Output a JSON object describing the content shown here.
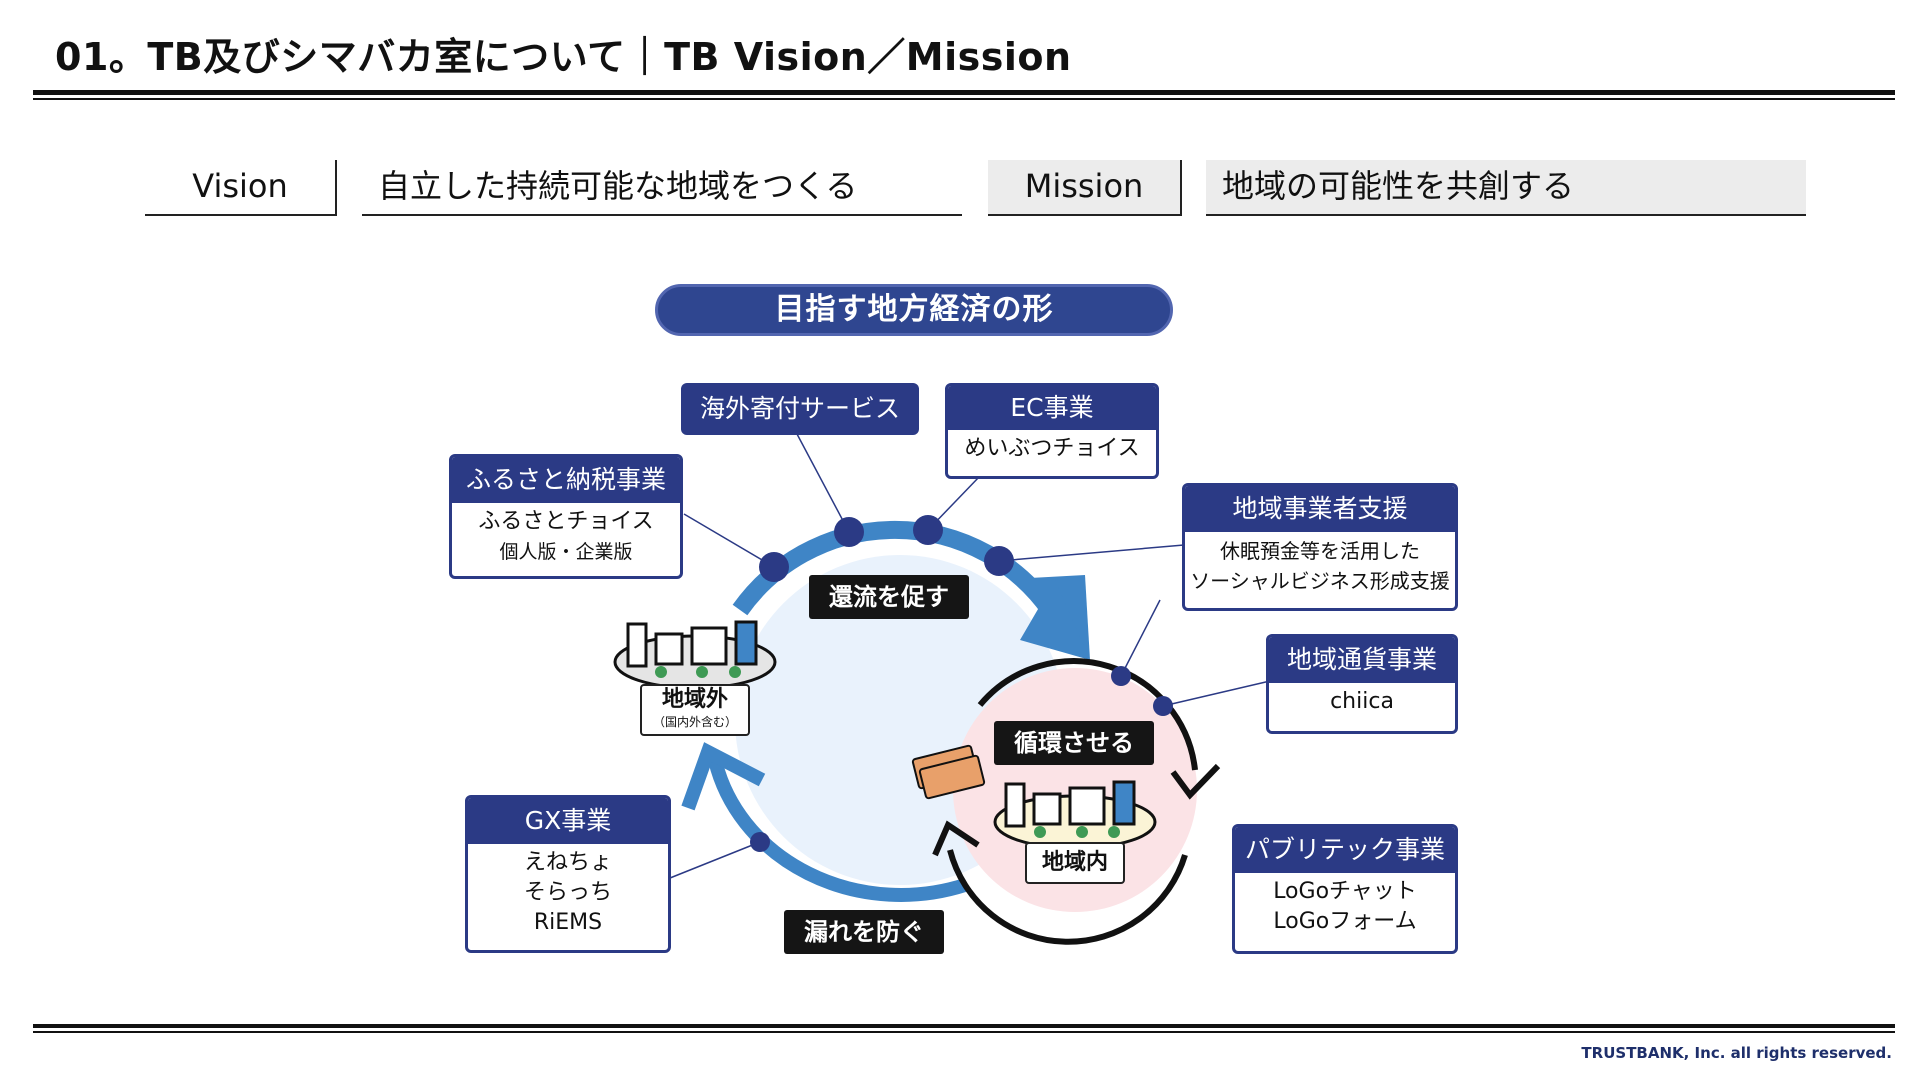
{
  "header": {
    "title": "01。TB及びシマバカ室について｜TB Vision／Mission"
  },
  "vision": {
    "label": "Vision",
    "text": "自立した持続可能な地域をつくる"
  },
  "mission": {
    "label": "Mission",
    "text": "地域の可能性を共創する"
  },
  "diagram": {
    "title": "目指す地方経済の形",
    "outside": {
      "label": "地域外",
      "sub": "（国内外含む）"
    },
    "inside": {
      "label": "地域内"
    },
    "flows": {
      "return": "還流を促す",
      "circulate": "循環させる",
      "leak": "漏れを防ぐ"
    },
    "businesses": {
      "furusato": {
        "title": "ふるさと納税事業",
        "lines": [
          "ふるさとチョイス",
          "個人版・企業版"
        ]
      },
      "overseas": {
        "title": "海外寄付サービス"
      },
      "ec": {
        "title": "EC事業",
        "lines": [
          "めいぶつチョイス"
        ]
      },
      "local_support": {
        "title": "地域事業者支援",
        "lines": [
          "休眠預金等を活用した",
          "ソーシャルビジネス形成支援"
        ]
      },
      "currency": {
        "title": "地域通貨事業",
        "lines": [
          "chiica"
        ]
      },
      "gx": {
        "title": "GX事業",
        "lines": [
          "えねちょ",
          "そらっち",
          "RiEMS"
        ]
      },
      "publitech": {
        "title": "パブリテック事業",
        "lines": [
          "LoGoチャット",
          "LoGoフォーム"
        ]
      }
    },
    "colors": {
      "navy": "#2b3a85",
      "flow_blue": "#3f85c6",
      "outer_fill": "#e9f2fc",
      "inner_fill": "#fbe3e6"
    }
  },
  "footer": {
    "copyright": "TRUSTBANK, Inc. all rights reserved."
  }
}
